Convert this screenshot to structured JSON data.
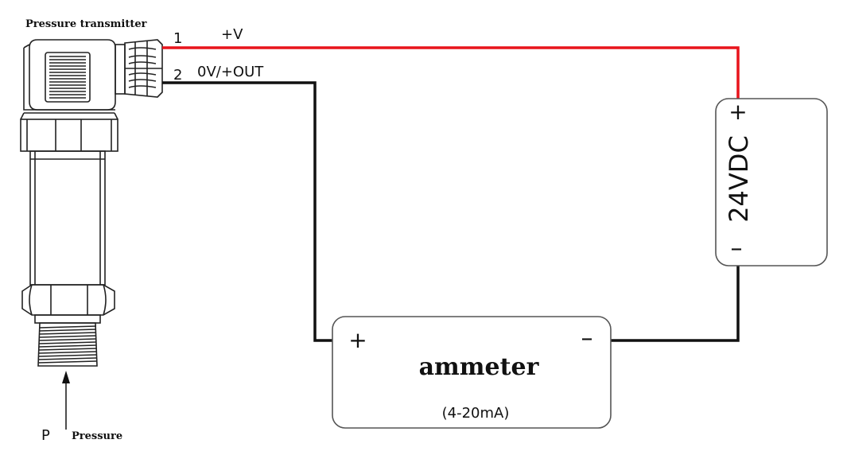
{
  "transmitter": {
    "title": "Pressure transmitter",
    "pin1": "1",
    "pin2": "2",
    "pin1_signal": "+V",
    "pin2_signal": "0V/+OUT",
    "pressure_symbol": "P",
    "pressure_label": "Pressure"
  },
  "power_supply": {
    "label": "24VDC",
    "plus": "+",
    "minus": "–"
  },
  "ammeter": {
    "label": "ammeter",
    "range": "(4-20mA)",
    "plus": "+",
    "minus": "–"
  },
  "colors": {
    "positive_wire": "#e8141c",
    "signal_wire": "#111111",
    "outline": "#222222"
  }
}
